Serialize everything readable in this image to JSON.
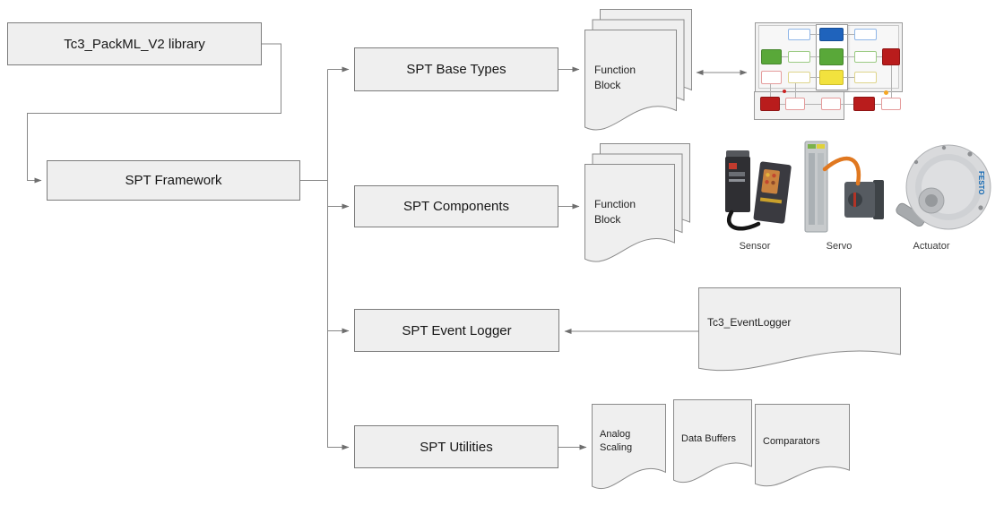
{
  "nodes": {
    "library": {
      "label": "Tc3_PackML_V2 library"
    },
    "framework": {
      "label": "SPT Framework"
    },
    "base_types": {
      "label": "SPT Base Types"
    },
    "components": {
      "label": "SPT Components"
    },
    "event_logger": {
      "label": "SPT Event Logger"
    },
    "utilities": {
      "label": "SPT Utilities"
    }
  },
  "documents": {
    "fb_base_types": {
      "label": "Function Block"
    },
    "fb_components": {
      "label": "Function Block"
    },
    "tc3_eventlogger": {
      "label": "Tc3_EventLogger"
    },
    "analog_scaling": {
      "label": "Analog Scaling"
    },
    "data_buffers": {
      "label": "Data Buffers"
    },
    "comparators": {
      "label": "Comparators"
    }
  },
  "hardware": {
    "sensor": {
      "label": "Sensor"
    },
    "servo": {
      "label": "Servo"
    },
    "actuator": {
      "label": "Actuator",
      "brand": "FESTO"
    }
  },
  "colors": {
    "node_fill": "#efefef",
    "node_border": "#7c7c7c",
    "connector": "#878787",
    "state_blue": "#1f63bc",
    "state_green": "#59a839",
    "state_yellow": "#f2e23e",
    "state_red": "#b91c1c",
    "dot_orange": "#f5a623",
    "dot_red": "#cc2222",
    "cable_orange": "#e07820",
    "festo_blue": "#1268b3"
  }
}
